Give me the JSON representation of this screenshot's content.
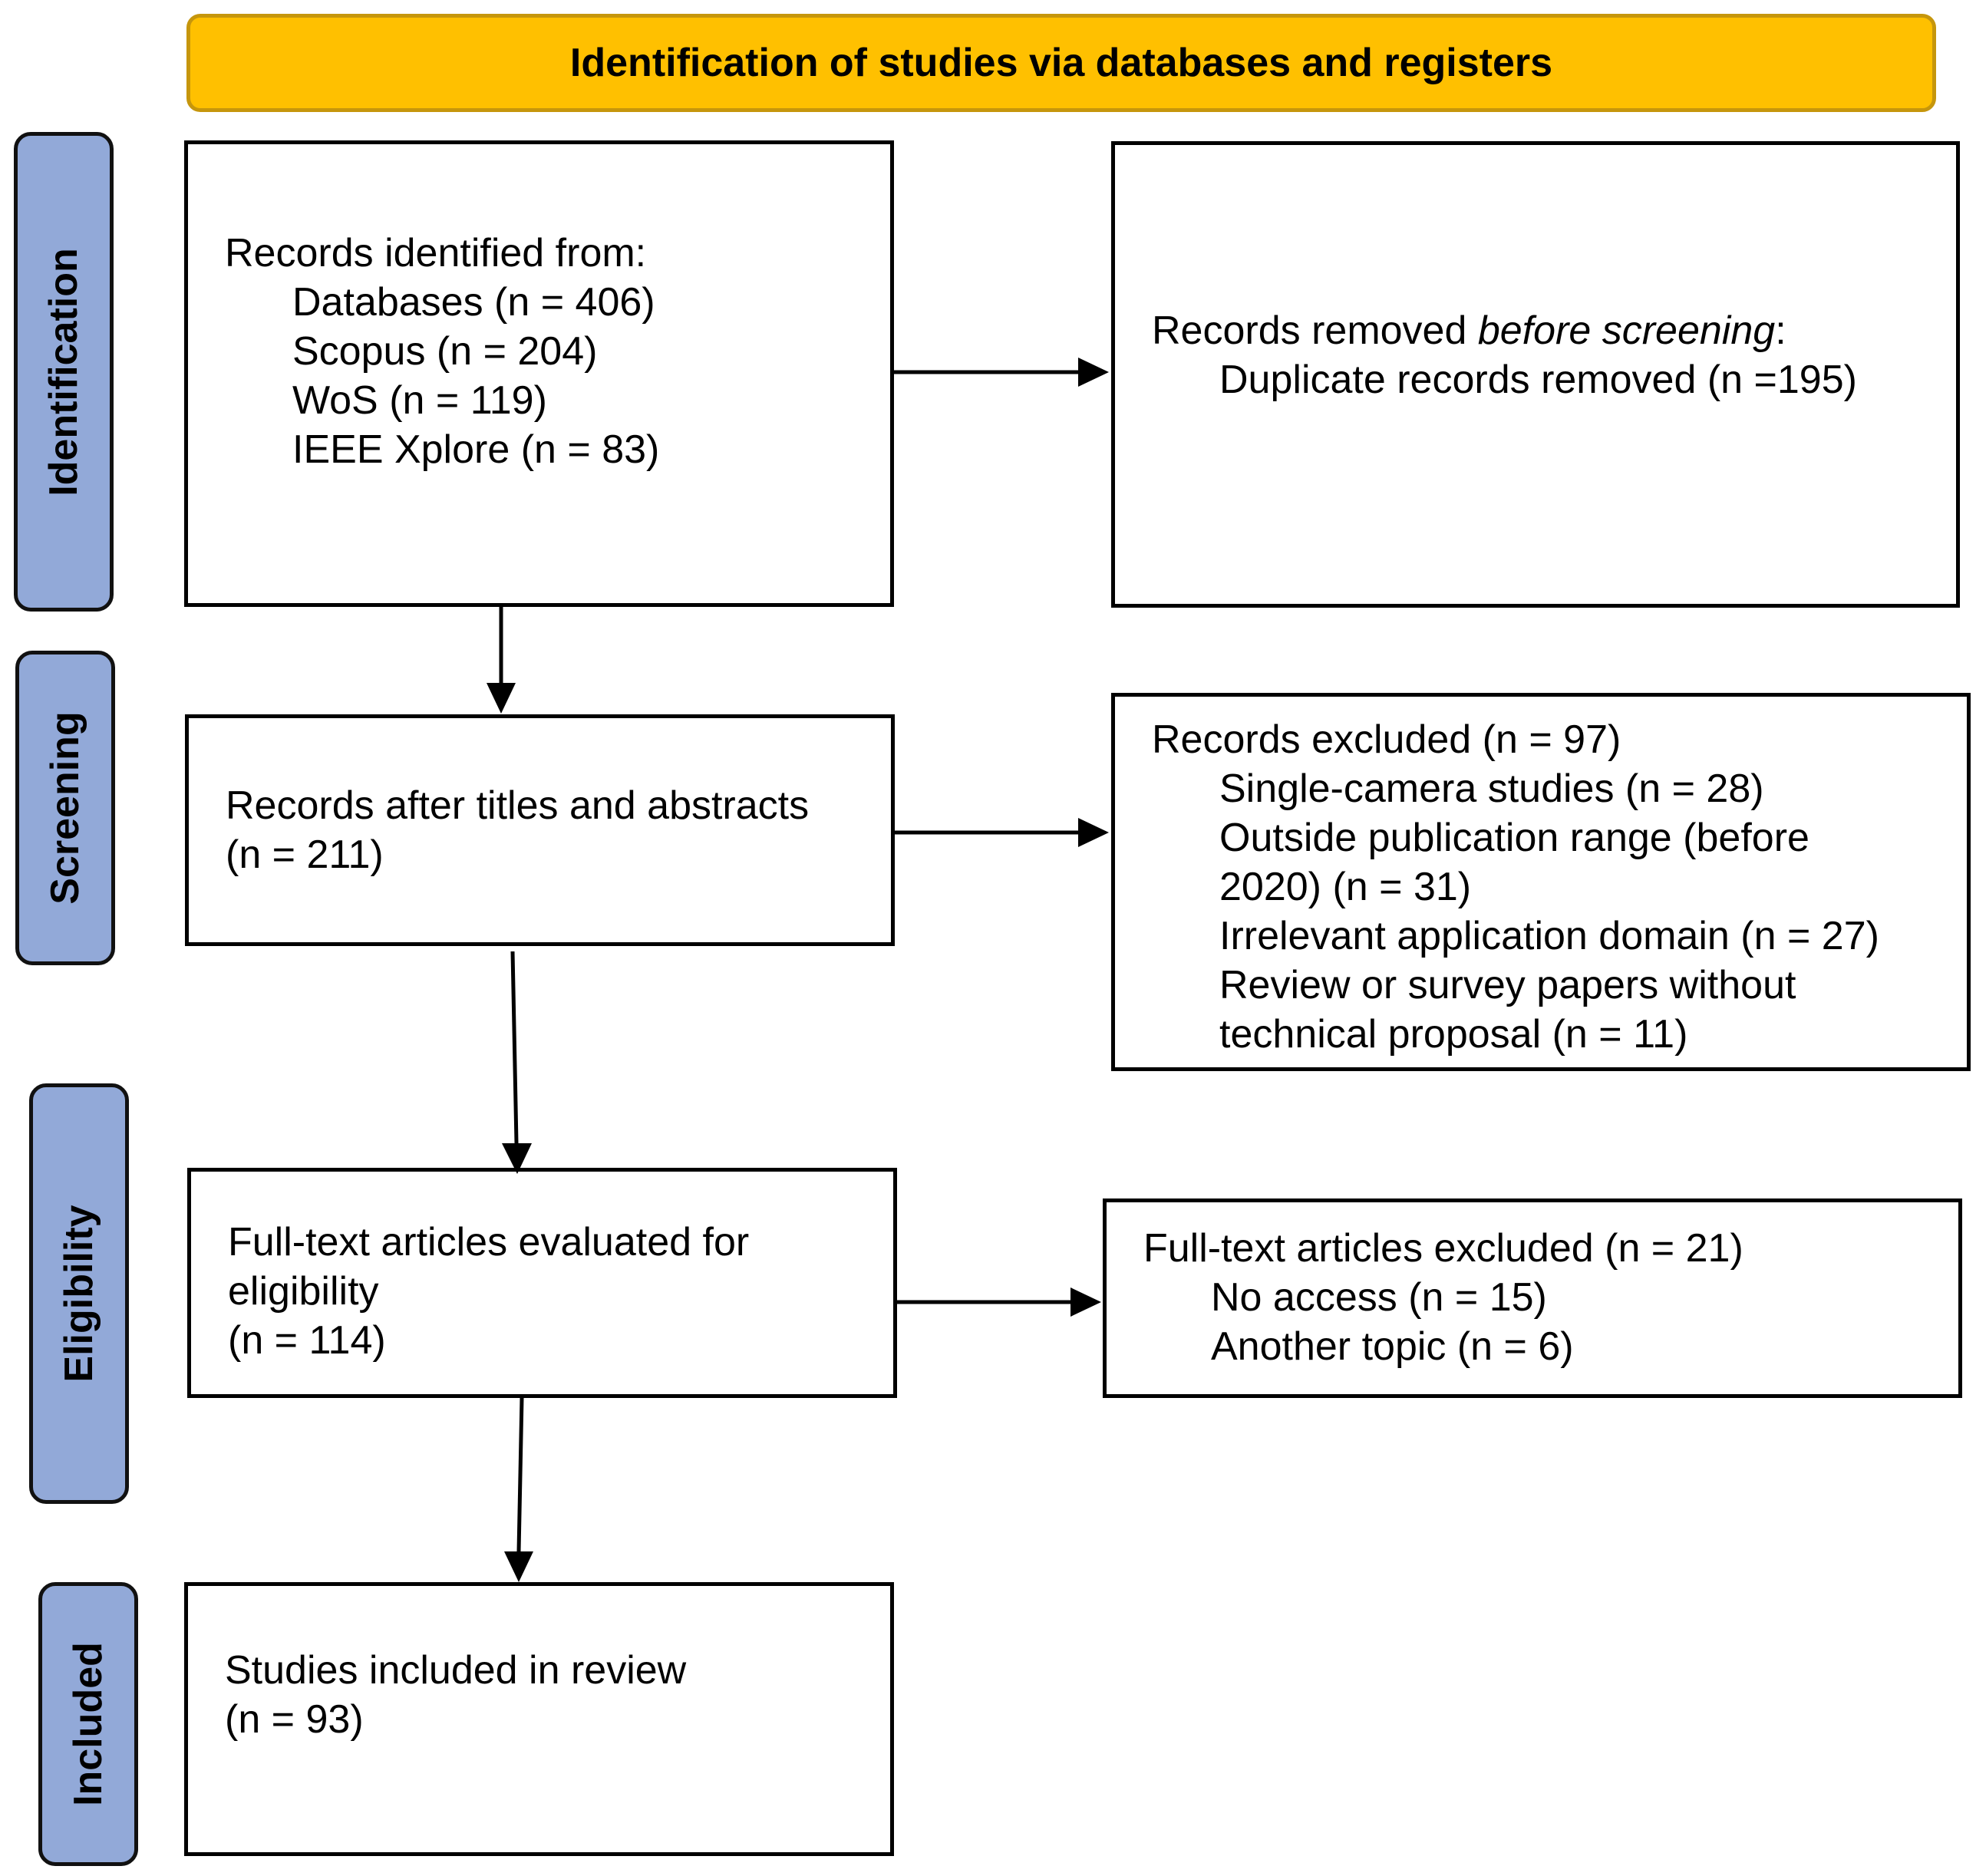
{
  "header": {
    "title": "Identification of studies via databases and registers"
  },
  "colors": {
    "header_fill": "#ffc000",
    "phase_fill": "#92a9d8"
  },
  "phases": {
    "identification": "Identification",
    "screening": "Screening",
    "eligibility": "Eligibility",
    "included": "Included"
  },
  "identified": {
    "heading": "Records identified from:",
    "items": [
      "Databases (n = 406)",
      "Scopus (n = 204)",
      "WoS (n = 119)",
      "IEEE Xplore (n = 83)"
    ]
  },
  "removed": {
    "heading_prefix": "Records removed ",
    "heading_italic": "before screening",
    "heading_suffix": ":",
    "items": [
      "Duplicate records removed (n =195)"
    ]
  },
  "screened": {
    "lines": [
      "Records after titles and abstracts",
      "(n = 211)"
    ]
  },
  "excluded": {
    "heading": "Records excluded (n = 97)",
    "items": [
      "Single-camera studies (n = 28)",
      "Outside publication range (before",
      "2020) (n = 31)",
      "Irrelevant application domain (n = 27)",
      "Review or survey papers without",
      "technical proposal (n = 11)"
    ]
  },
  "eligibility": {
    "lines": [
      "Full-text articles evaluated for",
      "eligibility",
      "(n = 114)"
    ]
  },
  "fulltext_excluded": {
    "heading": "Full-text articles excluded (n = 21)",
    "items": [
      "No access (n = 15)",
      "Another topic (n = 6)"
    ]
  },
  "included": {
    "lines": [
      "Studies included in review",
      "(n = 93)"
    ]
  }
}
